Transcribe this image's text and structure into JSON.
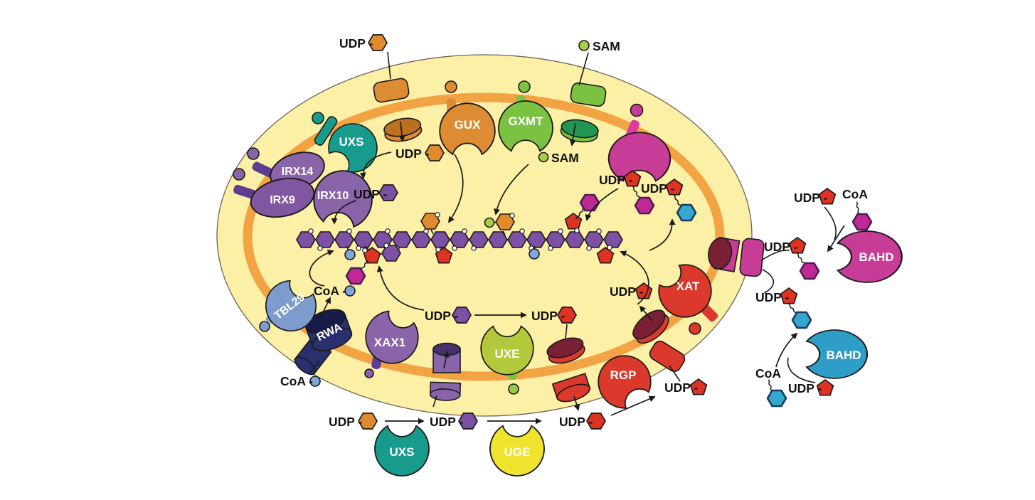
{
  "labels": {
    "udp": "UDP -",
    "sam": "SAM",
    "coa": "CoA",
    "coa_dash": "CoA -"
  },
  "enzymes": {
    "uxs": "UXS",
    "irx14": "IRX14",
    "irx9": "IRX9",
    "irx10": "IRX10",
    "gux": "GUX",
    "gxmt": "GXMT",
    "xax1": "XAX1",
    "tbl29": "TBL29",
    "rwa": "RWA",
    "uxe": "UXE",
    "uge": "UGE",
    "xat": "XAT",
    "rgp": "RGP",
    "bahd": "BAHD"
  },
  "colors": {
    "golgi_fill": "#FCEFA6",
    "membrane_ring": "#F2A444",
    "teal": "#189B8C",
    "purple": "#8A64A9",
    "purple_dark": "#5D3D90",
    "orange": "#DE8C33",
    "orange_dark": "#B9701F",
    "green": "#7CC242",
    "green_dark": "#229453",
    "magenta": "#C73C96",
    "magenta_tail": "#DD3D9E",
    "maroon": "#7A2034",
    "red": "#DA392B",
    "navy": "#2A2F6E",
    "navy_dark": "#171B47",
    "light_blue": "#7E9BCE",
    "sky_blue": "#2E9EC9",
    "yellow_green": "#B3C93B",
    "yellow": "#EFE32D",
    "sugar_purple": "#7C50A2",
    "sugar_orange": "#E08A2E",
    "sugar_red": "#DE3222",
    "sugar_magenta": "#C02993",
    "sugar_blue": "#35A7CE",
    "acetyl_blue": "#7FA8D9",
    "sam_green": "#A6CE48"
  },
  "xylan_chain": {
    "backbone_units": 17,
    "backbone_symbol": "purple-hexagon",
    "substituents": [
      {
        "unit": 3,
        "symbol": "blue-circle",
        "position": "below"
      },
      {
        "unit": 4,
        "symbol": "red-pentagon + purple-hexagon + squiggle-magenta-hexagon",
        "position": "below"
      },
      {
        "unit": 8,
        "symbol": "orange-hexagon",
        "position": "above"
      },
      {
        "unit": 8,
        "symbol": "red-pentagon",
        "position": "below"
      },
      {
        "unit": 12,
        "symbol": "green-circle + orange-hexagon",
        "position": "above"
      },
      {
        "unit": 13,
        "symbol": "blue-circle",
        "position": "below"
      },
      {
        "unit": 15,
        "symbol": "red-pentagon + squiggle-magenta-hexagon",
        "position": "above"
      },
      {
        "unit": 16,
        "symbol": "red-pentagon",
        "position": "below"
      }
    ]
  }
}
